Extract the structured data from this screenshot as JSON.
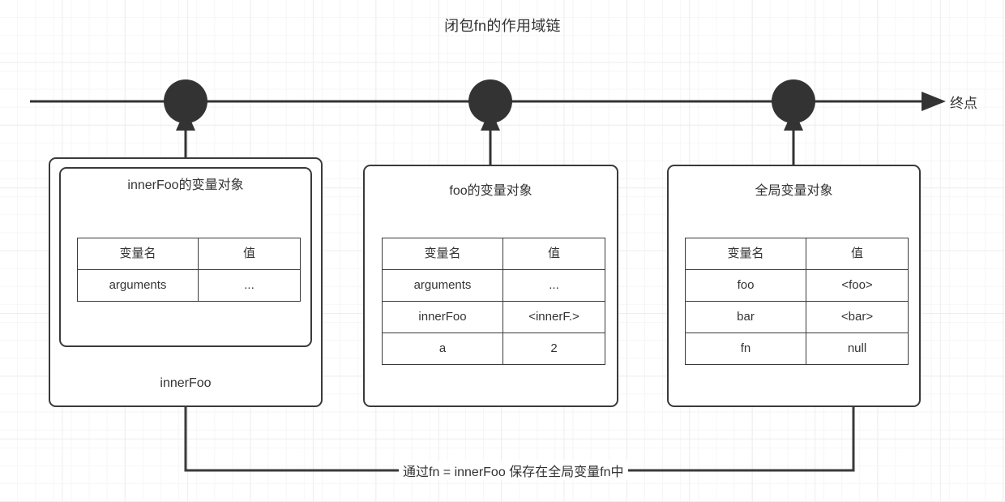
{
  "title": "闭包fn的作用域链",
  "timeline": {
    "endpoint_label": "终点",
    "nodes": [
      "node-1",
      "node-2",
      "node-3"
    ]
  },
  "table_headers": {
    "name": "变量名",
    "value": "值"
  },
  "boxes": [
    {
      "id": "innerfoo-scope",
      "inner_title": "innerFoo的变量对象",
      "footer_label": "innerFoo",
      "rows": [
        {
          "name": "arguments",
          "value": "..."
        }
      ]
    },
    {
      "id": "foo-scope",
      "inner_title": "foo的变量对象",
      "footer_label": "",
      "rows": [
        {
          "name": "arguments",
          "value": "..."
        },
        {
          "name": "innerFoo",
          "value": "<innerF.>"
        },
        {
          "name": "a",
          "value": "2"
        }
      ]
    },
    {
      "id": "global-scope",
      "inner_title": "全局变量对象",
      "footer_label": "",
      "rows": [
        {
          "name": "foo",
          "value": "<foo>"
        },
        {
          "name": "bar",
          "value": "<bar>"
        },
        {
          "name": "fn",
          "value": "null"
        }
      ]
    }
  ],
  "connector": {
    "label": "通过fn = innerFoo 保存在全局变量fn中"
  },
  "colors": {
    "stroke": "#3a3a3a",
    "node_fill": "#333333",
    "grid_minor": "#f6f6f6",
    "grid_major": "#ededed",
    "text": "#333333"
  }
}
